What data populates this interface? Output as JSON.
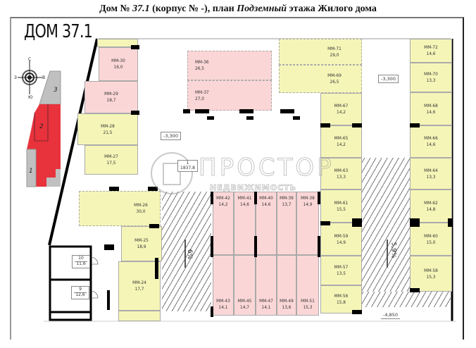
{
  "header": {
    "prefix": "Дом № ",
    "house_number": "37.1",
    "mid1": " (корпус № -), план ",
    "floor": "Подземный",
    "suffix": " этажа Жилого дома"
  },
  "plan": {
    "house_label": "ДОМ 37.1",
    "compass": {
      "n": "С",
      "s": "Ю",
      "w": "З",
      "e": "В"
    },
    "section_labels": [
      "1",
      "2",
      "3"
    ],
    "levels": {
      "top": "-3,300",
      "center": "-3,300",
      "right": "-4,850"
    },
    "ramps": {
      "left_slope": "6%",
      "right_slope": "5,9%"
    },
    "stair_box": {
      "num": "1",
      "area": "1837,8"
    },
    "watermark": {
      "brand": "ПРОСТОР",
      "sub": "НЕДВИЖИМОСТЬ"
    },
    "storage": [
      {
        "num": "10",
        "area": "11,6"
      },
      {
        "num": "9",
        "area": "12,6"
      }
    ],
    "spaces": {
      "mm30": {
        "id": "ММ-30",
        "area": "16,0",
        "status": "pink"
      },
      "mm29": {
        "id": "ММ-29",
        "area": "18,7",
        "status": "pink"
      },
      "mm28": {
        "id": "ММ-28",
        "area": "21,5",
        "status": "yellow"
      },
      "mm27": {
        "id": "ММ-27",
        "area": "17,5",
        "status": "yellow"
      },
      "mm36": {
        "id": "ММ-36",
        "area": "26,5",
        "status": "pink"
      },
      "mm37": {
        "id": "ММ-37",
        "area": "27,0",
        "status": "pink"
      },
      "mm26": {
        "id": "ММ-26",
        "area": "30,0",
        "status": "yellow"
      },
      "mm25": {
        "id": "ММ-25",
        "area": "18,9",
        "status": "yellow"
      },
      "mm24": {
        "id": "ММ-24",
        "area": "17,7",
        "status": "yellow"
      },
      "mm42": {
        "id": "ММ-42",
        "area": "14,2",
        "status": "pink"
      },
      "mm41": {
        "id": "ММ-41",
        "area": "14,6",
        "status": "pink"
      },
      "mm40": {
        "id": "ММ-40",
        "area": "14,6",
        "status": "pink"
      },
      "mm39": {
        "id": "ММ-39",
        "area": "13,7",
        "status": "pink"
      },
      "mm38": {
        "id": "ММ-38",
        "area": "14,9",
        "status": "pink"
      },
      "mm43": {
        "id": "ММ-43",
        "area": "14,1",
        "status": "pink"
      },
      "mm45": {
        "id": "ММ-45",
        "area": "14,7",
        "status": "pink"
      },
      "mm47": {
        "id": "ММ-47",
        "area": "14,1",
        "status": "pink"
      },
      "mm49": {
        "id": "ММ-49",
        "area": "13,6",
        "status": "pink"
      },
      "mm51": {
        "id": "ММ-51",
        "area": "15,3",
        "status": "pink"
      },
      "mm71": {
        "id": "ММ-71",
        "area": "29,0",
        "status": "yellow"
      },
      "mm69": {
        "id": "ММ-69",
        "area": "26,5",
        "status": "yellow"
      },
      "mm67": {
        "id": "ММ-67",
        "area": "14,2",
        "status": "yellow"
      },
      "mm65": {
        "id": "ММ-65",
        "area": "14,2",
        "status": "yellow"
      },
      "mm63": {
        "id": "ММ-63",
        "area": "13,3",
        "status": "yellow"
      },
      "mm61": {
        "id": "ММ-61",
        "area": "15,5",
        "status": "yellow"
      },
      "mm59": {
        "id": "ММ-59",
        "area": "14,9",
        "status": "yellow"
      },
      "mm57": {
        "id": "ММ-57",
        "area": "13,5",
        "status": "yellow"
      },
      "mm56": {
        "id": "ММ-56",
        "area": "15,8",
        "status": "yellow"
      },
      "mm72": {
        "id": "ММ-72",
        "area": "14,6",
        "status": "yellow"
      },
      "mm70": {
        "id": "ММ-70",
        "area": "13,3",
        "status": "yellow"
      },
      "mm68": {
        "id": "ММ-68",
        "area": "14,6",
        "status": "yellow"
      },
      "mm66": {
        "id": "ММ-66",
        "area": "14,6",
        "status": "yellow"
      },
      "mm64": {
        "id": "ММ-64",
        "area": "13,3",
        "status": "yellow"
      },
      "mm62": {
        "id": "ММ-62",
        "area": "14,8",
        "status": "yellow"
      },
      "mm60": {
        "id": "ММ-60",
        "area": "15,0",
        "status": "yellow"
      },
      "mm58": {
        "id": "ММ-58",
        "area": "15,3",
        "status": "yellow"
      }
    },
    "colors": {
      "available": "#f5f5b8",
      "sold": "#fbd6d6",
      "section_highlight": "#e8323c",
      "section_other": "#c0c0c0"
    }
  }
}
